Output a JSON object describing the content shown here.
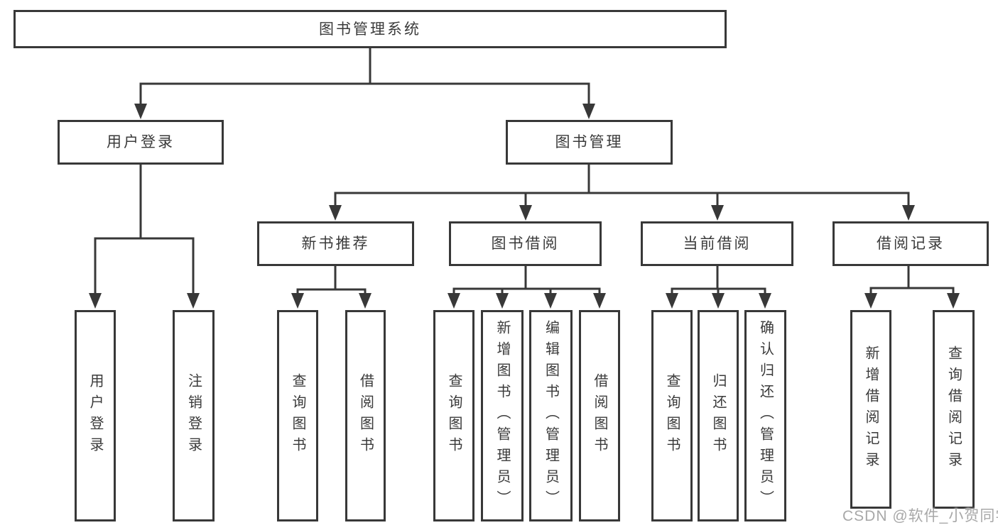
{
  "tree": {
    "root": {
      "label": "图书管理系统"
    },
    "branches": [
      {
        "label": "用户登录",
        "children": [
          {
            "label": "用户登录"
          },
          {
            "label": "注销登录"
          }
        ]
      },
      {
        "label": "图书管理",
        "children": [
          {
            "label": "新书推荐",
            "children": [
              {
                "label": "查询图书"
              },
              {
                "label": "借阅图书"
              }
            ]
          },
          {
            "label": "图书借阅",
            "children": [
              {
                "label": "查询图书"
              },
              {
                "label": "新增图书（管理员）"
              },
              {
                "label": "编辑图书（管理员）"
              },
              {
                "label": "借阅图书"
              }
            ]
          },
          {
            "label": "当前借阅",
            "children": [
              {
                "label": "查询图书"
              },
              {
                "label": "归还图书"
              },
              {
                "label": "确认归还（管理员）"
              }
            ]
          },
          {
            "label": "借阅记录",
            "children": [
              {
                "label": "新增借阅记录"
              },
              {
                "label": "查询借阅记录"
              }
            ]
          }
        ]
      }
    ]
  },
  "watermark": {
    "text": "CSDN @软件_小贺同学"
  },
  "colors": {
    "line": "#383838",
    "text": "#3a3a3a",
    "watermark": "#a8a8a8",
    "background": "#ffffff"
  }
}
